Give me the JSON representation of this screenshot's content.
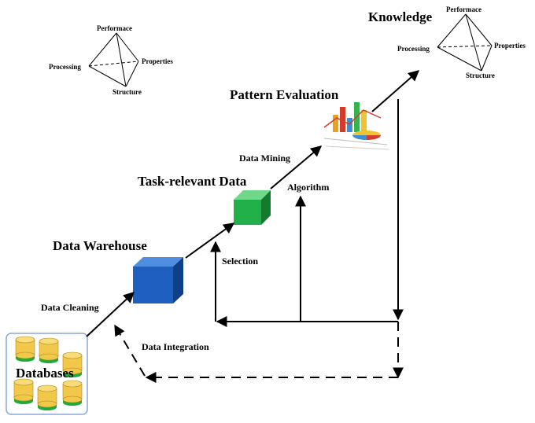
{
  "stages": {
    "databases": "Databases",
    "data_warehouse": "Data Warehouse",
    "task_relevant_data": "Task-relevant Data",
    "pattern_evaluation": "Pattern Evaluation",
    "knowledge": "Knowledge"
  },
  "steps": {
    "data_cleaning": "Data Cleaning",
    "data_integration": "Data Integration",
    "selection": "Selection",
    "data_mining": "Data Mining",
    "algorithm": "Algorithm"
  },
  "tetrahedron_left": {
    "top": "Performace",
    "left": "Processing",
    "right": "Properties",
    "bottom": "Structure"
  },
  "tetrahedron_right": {
    "top": "Performace",
    "left": "Processing",
    "right": "Properties",
    "bottom": "Structure"
  },
  "colors": {
    "warehouse_cube": "#1f5fbf",
    "task_cube": "#22b04a",
    "database_cylinder": "#f2c84b",
    "database_base": "#1faa3a",
    "database_panel_border": "#8aa8d8"
  }
}
